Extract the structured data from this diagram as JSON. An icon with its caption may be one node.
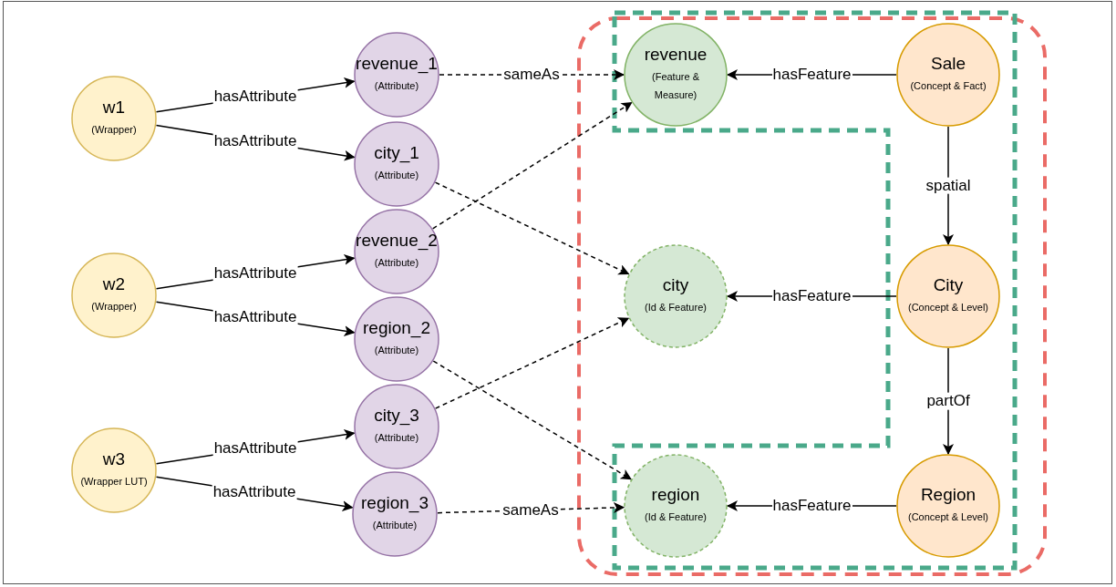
{
  "diagram": {
    "nodes": [
      {
        "text": [
          "w1",
          "(Wrapper)"
        ]
      },
      {
        "text": [
          "w2",
          "(Wrapper)"
        ]
      },
      {
        "text": [
          "w3",
          "(Wrapper LUT)"
        ]
      },
      {
        "text": [
          "revenue_1",
          "(Attribute)"
        ]
      },
      {
        "text": [
          "city_1",
          "(Attribute)"
        ]
      },
      {
        "text": [
          "revenue_2",
          "(Attribute)"
        ]
      },
      {
        "text": [
          "region_2",
          "(Attribute)"
        ]
      },
      {
        "text": [
          "city_3",
          "(Attribute)"
        ]
      },
      {
        "text": [
          "region_3",
          "(Attribute)"
        ]
      },
      {
        "text": [
          "revenue",
          "(Feature & Measure)"
        ]
      },
      {
        "text": [
          "city",
          "(Id & Feature)"
        ]
      },
      {
        "text": [
          "region",
          "(Id & Feature)"
        ]
      },
      {
        "text": [
          "Sale",
          "(Concept & Fact)"
        ]
      },
      {
        "text": [
          "City",
          "(Concept & Level)"
        ]
      },
      {
        "text": [
          "Region",
          "(Concept & Level)"
        ]
      }
    ],
    "edges": [
      {
        "from": 0,
        "to": 3,
        "arrow": "to",
        "label": "hasAttribute"
      },
      {
        "from": 0,
        "to": 4,
        "arrow": "to",
        "label": "hasAttribute"
      },
      {
        "from": 1,
        "to": 5,
        "arrow": "to",
        "label": "hasAttribute"
      },
      {
        "from": 1,
        "to": 6,
        "arrow": "to",
        "label": "hasAttribute"
      },
      {
        "from": 2,
        "to": 7,
        "arrow": "to",
        "label": "hasAttribute"
      },
      {
        "from": 2,
        "to": 8,
        "arrow": "to",
        "label": "hasAttribute"
      },
      {
        "from": 3,
        "to": 9,
        "arrow": "to",
        "label": "sameAs",
        "style": "dashed"
      },
      {
        "from": 4,
        "to": 10,
        "arrow": "to",
        "style": "dashed"
      },
      {
        "from": 5,
        "to": 9,
        "arrow": "to",
        "style": "dashed"
      },
      {
        "from": 6,
        "to": 11,
        "arrow": "to",
        "style": "dashed"
      },
      {
        "from": 7,
        "to": 10,
        "arrow": "to",
        "style": "dashed"
      },
      {
        "from": 8,
        "to": 11,
        "arrow": "to",
        "label": "sameAs",
        "style": "dashed"
      },
      {
        "from": 12,
        "to": 9,
        "arrow": "to",
        "label": "hasFeature"
      },
      {
        "from": 13,
        "to": 10,
        "arrow": "to",
        "label": "hasFeature"
      },
      {
        "from": 14,
        "to": 11,
        "arrow": "to",
        "label": "hasFeature"
      },
      {
        "from": 12,
        "to": 13,
        "arrow": "to",
        "label": "spatial"
      },
      {
        "from": 13,
        "to": 14,
        "arrow": "to",
        "label": "partOf"
      }
    ]
  }
}
